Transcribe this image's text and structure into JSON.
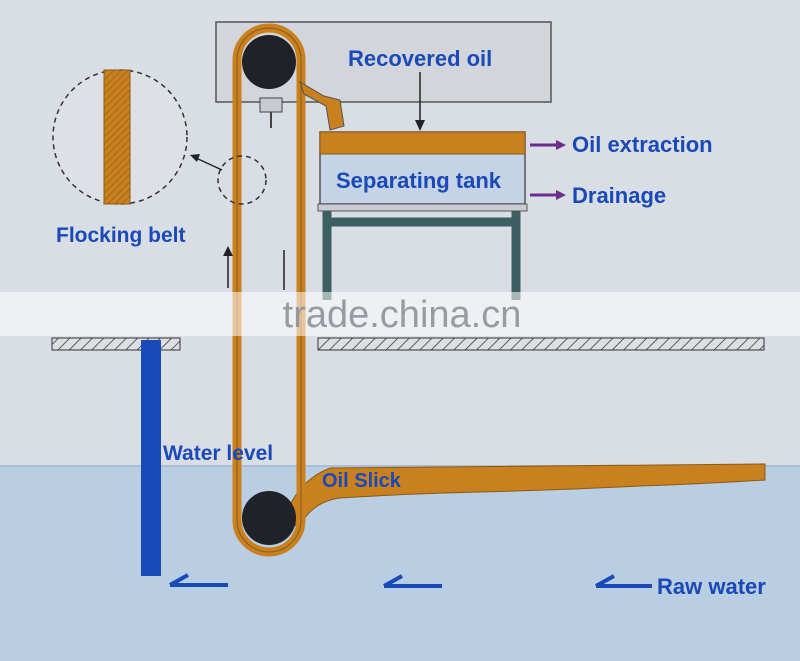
{
  "labels": {
    "recovered_oil": "Recovered oil",
    "oil_extraction": "Oil extraction",
    "separating_tank": "Separating tank",
    "drainage": "Drainage",
    "flocking_belt": "Flocking belt",
    "water_level": "Water level",
    "oil_slick": "Oil Slick",
    "raw_water": "Raw water"
  },
  "watermark": "trade.china.cn",
  "colors": {
    "label_blue": "#1a49b8",
    "oil": "#c9801e",
    "belt_edge": "#8a5a18",
    "water": "#b9cde3",
    "frame": "#3d5f62",
    "arrow_purple": "#6b2c8c",
    "roller": "#1f2328",
    "housing": "#d2d5da"
  }
}
